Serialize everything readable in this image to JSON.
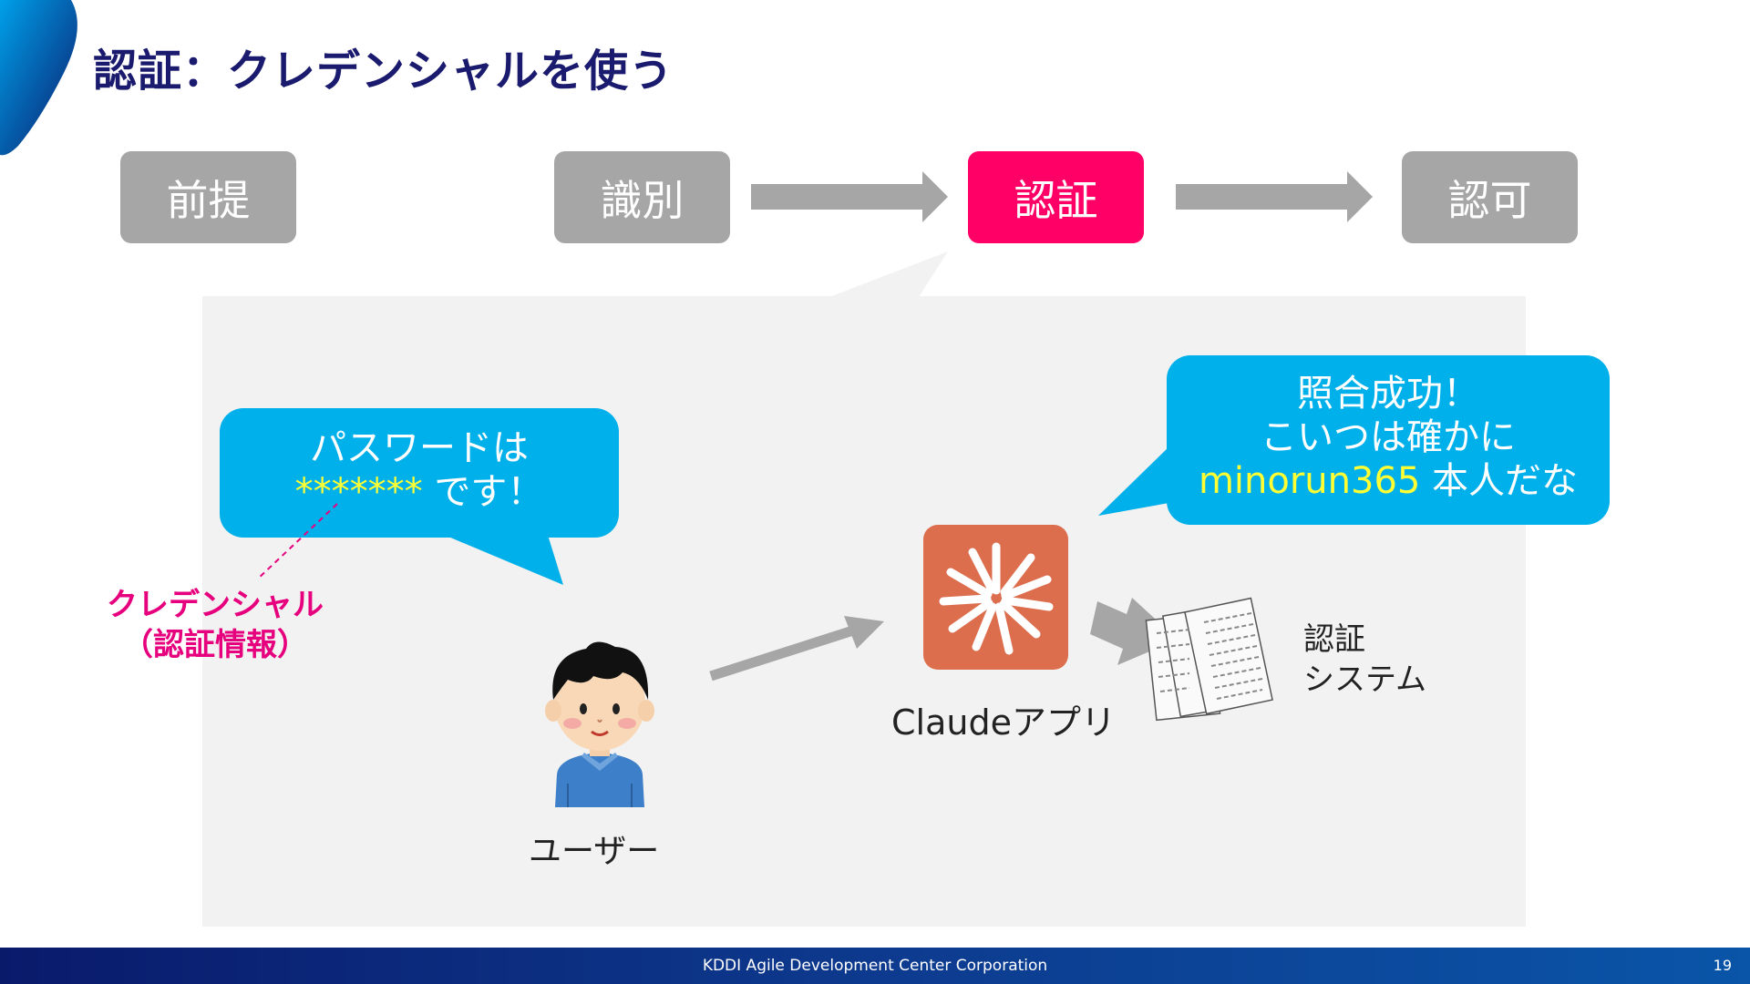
{
  "title": "認証：クレデンシャルを使う",
  "flow": {
    "steps": [
      {
        "label": "前提"
      },
      {
        "label": "識別"
      },
      {
        "label": "認証"
      },
      {
        "label": "認可"
      }
    ],
    "active_color": "#ff0066",
    "inactive_color": "#a6a6a6"
  },
  "user_bubble": {
    "line1": "パスワードは",
    "masked": "*******",
    "suffix": " です！"
  },
  "credential_label": {
    "line1": "クレデンシャル",
    "line2": "（認証情報）"
  },
  "system_bubble": {
    "line1": "照合成功！",
    "line2": "こいつは確かに",
    "user_id": "minorun365",
    "suffix": " 本人だな"
  },
  "user_label": "ユーザー",
  "app_label": "Claudeアプリ",
  "system_label": {
    "line1": "認証",
    "line2": "システム"
  },
  "footer": {
    "company": "KDDI Agile Development Center Corporation",
    "page": "19"
  },
  "colors": {
    "bubble": "#00b0ea",
    "highlight": "#ffff33",
    "credential": "#e6007e",
    "title": "#1a1a6e"
  }
}
